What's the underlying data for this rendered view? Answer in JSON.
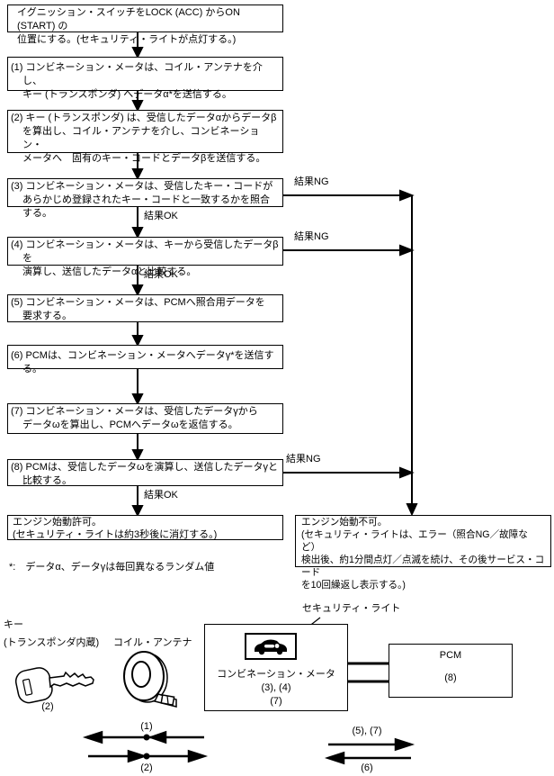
{
  "flowchart": {
    "result_ok": "結果OK",
    "result_ng": "結果NG",
    "steps": [
      {
        "text": "イグニッション・スイッチをLOCK (ACC) からON (START) の\n位置にする。(セキュリティ・ライトが点灯する。)"
      },
      {
        "text": "(1) コンビネーション・メータは、コイル・アンテナを介し、\nキー (トランスポンダ) へデータα*を送信する。"
      },
      {
        "text": "(2) キー (トランスポンダ) は、受信したデータαからデータβ\nを算出し、コイル・アンテナを介し、コンビネーション・\nメータへ　固有のキー・コードとデータβを送信する。"
      },
      {
        "text": "(3) コンビネーション・メータは、受信したキー・コードが\nあらかじめ登録されたキー・コードと一致するかを照合する。"
      },
      {
        "text": "(4) コンビネーション・メータは、キーから受信したデータβを\n演算し、送信したデータαと比較する。"
      },
      {
        "text": "(5) コンビネーション・メータは、PCMへ照合用データを\n要求する。"
      },
      {
        "text": "(6) PCMは、コンビネーション・メータへデータγ*を送信する。"
      },
      {
        "text": "(7) コンビネーション・メータは、受信したデータγから\nデータωを算出し、PCMへデータωを返信する。"
      },
      {
        "text": "(8) PCMは、受信したデータωを演算し、送信したデータγと\n比較する。"
      }
    ],
    "ok_box": "エンジン始動許可。\n(セキュリティ・ライトは約3秒後に消灯する。)",
    "ng_box": "エンジン始動不可。\n(セキュリティ・ライトは、エラー（照合NG／故障など）\n検出後、約1分間点灯／点滅を続け、その後サービス・コード\nを10回繰返し表示する。)",
    "footnote": "*:　データα、データγは毎回異なるランダム値"
  },
  "diagram": {
    "key_label": "キー\n(トランスポンダ内蔵)",
    "key_step": "(2)",
    "coil_label": "コイル・アンテナ",
    "security_light_label": "セキュリティ・ライト",
    "meter_label": "コンビネーション・メータ",
    "meter_steps_1": "(3), (4)",
    "meter_steps_2": "(7)",
    "pcm_label": "PCM",
    "pcm_step": "(8)",
    "flow_1": "(1)",
    "flow_2": "(2)",
    "flow_57": "(5), (7)",
    "flow_6": "(6)"
  }
}
